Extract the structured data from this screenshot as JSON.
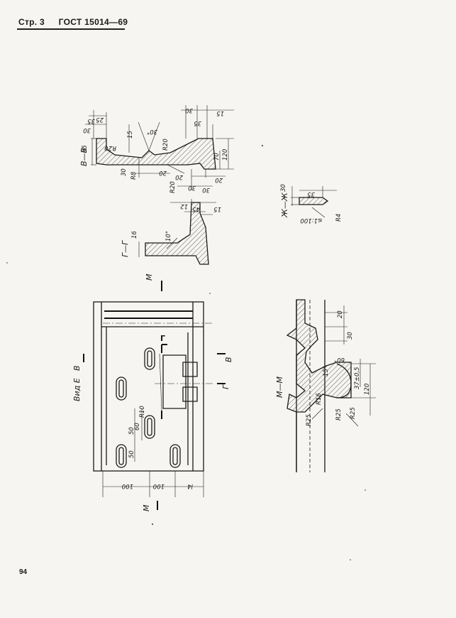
{
  "header": {
    "page": "Стр. 3",
    "standard": "ГОСТ 15014—69"
  },
  "page_number": "94",
  "section_vv": {
    "title": "В—В",
    "dims": [
      "35",
      "25",
      "30",
      "15",
      "30°",
      "R20",
      "95",
      "30",
      "R8",
      "20",
      "R20",
      "20",
      "R20",
      "30",
      "15",
      "30",
      "35",
      "70",
      "120",
      "20",
      "30"
    ]
  },
  "section_gg": {
    "title": "Г—Г",
    "dims": [
      "16",
      "10°",
      "12",
      "45",
      "15"
    ]
  },
  "section_zhzh": {
    "title": "Ж—Ж",
    "dims": [
      "30",
      "35",
      "R4",
      "≤1:100"
    ]
  },
  "view_e": {
    "title": "Вид Е",
    "markers": [
      "В",
      "В",
      "Г",
      "Г",
      "М",
      "М"
    ],
    "dims": [
      "100",
      "100",
      "l4",
      "50",
      "60",
      "50",
      "R10"
    ]
  },
  "section_mm": {
    "title": "М—М",
    "dims": [
      "20",
      "30",
      "60°",
      "15°",
      "R16",
      "R25",
      "R25",
      "R25",
      "37±0,5",
      "120"
    ]
  }
}
